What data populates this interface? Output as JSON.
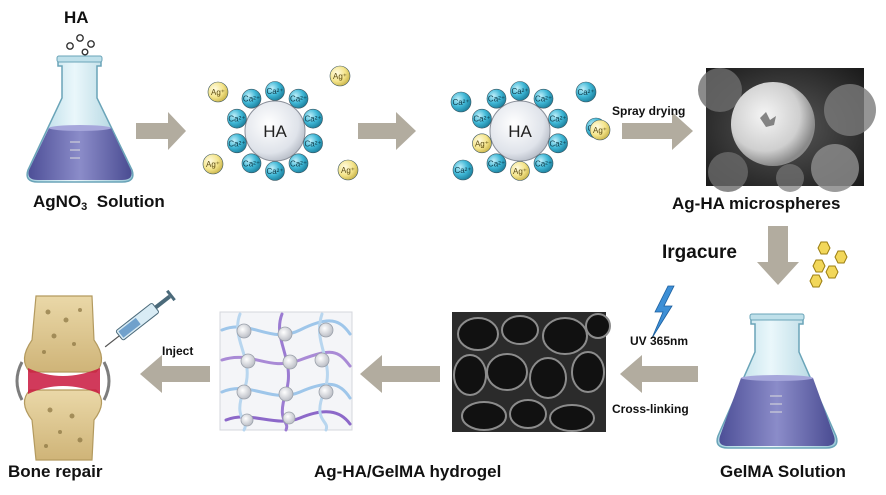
{
  "labels": {
    "ha_top": "HA",
    "agno3_main": "AgNO",
    "agno3_sub": "3",
    "agno3_rest": "Solution",
    "spray_drying": "Spray drying",
    "ag_ha_microspheres": "Ag-HA microspheres",
    "irgacure": "Irgacure",
    "uv": "UV 365nm",
    "cross_linking": "Cross-linking",
    "gelma_solution": "GelMA Solution",
    "hydrogel": "Ag-HA/GelMA hydrogel",
    "bone_repair": "Bone repair",
    "inject": "Inject"
  },
  "ions": {
    "ca": "Ca²⁺",
    "ag": "Ag⁺",
    "core": "HA"
  },
  "colors": {
    "arrow": "#b2ac9f",
    "ca_fill": "#3fb7d6",
    "ag_fill": "#f4e48a",
    "liquid": "#6f6fb0",
    "flask_glass": "#cfe6ee",
    "hex": "#f2d75a",
    "gelma_liquid": "#7e7fc0"
  },
  "icons": [
    "bubbles-icon",
    "flask-icon",
    "sem-sphere-image",
    "hexagon-molecules-icon",
    "lightning-icon",
    "sem-porous-image",
    "hydrogel-network-image",
    "syringe-icon",
    "knee-joint-icon"
  ]
}
